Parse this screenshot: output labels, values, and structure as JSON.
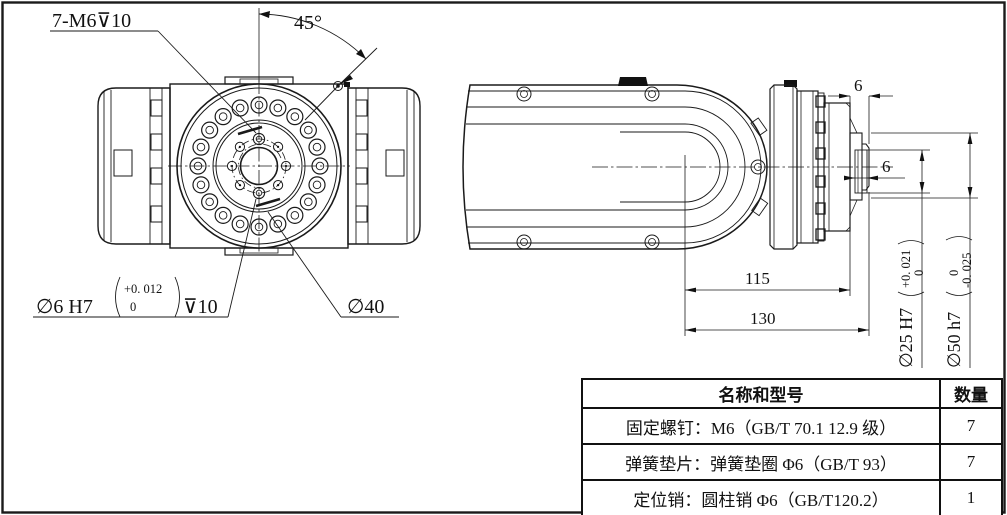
{
  "front_view": {
    "thread_callout": "7-M6⊽10",
    "angle_label": "45°",
    "dowel_callout": {
      "dia": "∅6  H7",
      "tol_upper": "+0. 012",
      "tol_lower": "0",
      "depth": "⊽10"
    },
    "bore_callout": "∅40"
  },
  "side_view": {
    "dim_step_width": "6",
    "dim_recess_depth": "6",
    "dim_flange_length": "115",
    "dim_total_length": "130",
    "bore_dim": {
      "dia": "∅25 H7",
      "tol_upper": "+0. 021",
      "tol_lower": "0"
    },
    "shaft_dim": {
      "dia": "∅50 h7",
      "tol_upper": "0",
      "tol_lower": "-0. 025"
    }
  },
  "parts_table": {
    "header": {
      "name": "名称和型号",
      "qty": "数量"
    },
    "rows": [
      {
        "name": "固定螺钉：M6（GB/T 70.1 12.9 级）",
        "qty": "7"
      },
      {
        "name": "弹簧垫片：弹簧垫圈 Φ6（GB/T 93）",
        "qty": "7"
      },
      {
        "name": "定位销：圆柱销 Φ6（GB/T120.2）",
        "qty": "1"
      }
    ]
  }
}
